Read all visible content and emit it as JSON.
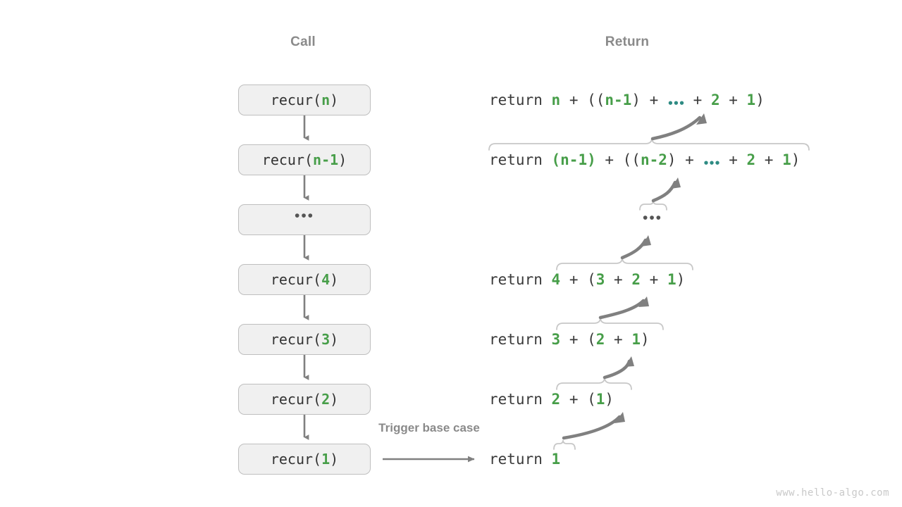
{
  "headers": {
    "call": "Call",
    "return": "Return"
  },
  "call_stack": [
    {
      "prefix": "recur(",
      "arg": "n",
      "suffix": ")",
      "kind": "call"
    },
    {
      "prefix": "recur(",
      "arg": "n-1",
      "suffix": ")",
      "kind": "call"
    },
    {
      "prefix": "",
      "arg": "...",
      "suffix": "",
      "kind": "ellipsis"
    },
    {
      "prefix": "recur(",
      "arg": "4",
      "suffix": ")",
      "kind": "call"
    },
    {
      "prefix": "recur(",
      "arg": "3",
      "suffix": ")",
      "kind": "call"
    },
    {
      "prefix": "recur(",
      "arg": "2",
      "suffix": ")",
      "kind": "call"
    },
    {
      "prefix": "recur(",
      "arg": "1",
      "suffix": ")",
      "kind": "call"
    }
  ],
  "returns": [
    {
      "keyword": "return ",
      "expr": "n + ((n-1) + … + 2 + 1)"
    },
    {
      "keyword": "return ",
      "expr": "(n-1) + ((n-2) + … + 2 + 1)"
    },
    {
      "keyword": "",
      "expr": "..."
    },
    {
      "keyword": "return ",
      "expr": "4 + (3 + 2 + 1)"
    },
    {
      "keyword": "return ",
      "expr": "3 + (2 + 1)"
    },
    {
      "keyword": "return ",
      "expr": "2 + (1)"
    },
    {
      "keyword": "return ",
      "expr": "1"
    }
  ],
  "labels": {
    "trigger_base_case": "Trigger base case"
  },
  "watermark": "www.hello-algo.com",
  "colors": {
    "green": "#479e49",
    "teal": "#2e8b83",
    "box_fill": "#f0f0f0",
    "box_border": "#bfbfbf",
    "arrow": "#808080",
    "brace": "#c8c8c8",
    "heading": "#8a8a8a",
    "code": "#3a3a3a",
    "watermark": "#c9c9c9"
  }
}
